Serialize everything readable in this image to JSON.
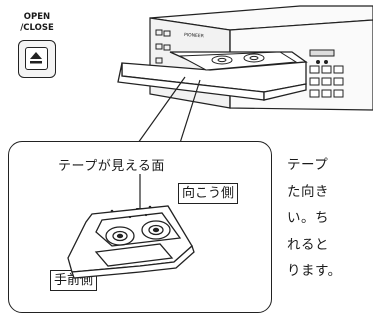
{
  "eject": {
    "label_line1": "OPEN",
    "label_line2": "/CLOSE",
    "icon": "eject-icon"
  },
  "device": {
    "brand_mark": "PIONEER",
    "icon": "cassette-deck-illustration"
  },
  "callout": {
    "visible_face_label": "テープが見える面",
    "far_side_label": "向こう側",
    "near_side_label": "手前側",
    "icon": "cassette-tape-illustration"
  },
  "body_text": {
    "lines": [
      "テープ",
      "た向き",
      "い。ち",
      "れると",
      "ります。"
    ]
  },
  "colors": {
    "ink": "#1a1a1a",
    "panel": "#f4f4f4",
    "paper": "#ffffff"
  }
}
